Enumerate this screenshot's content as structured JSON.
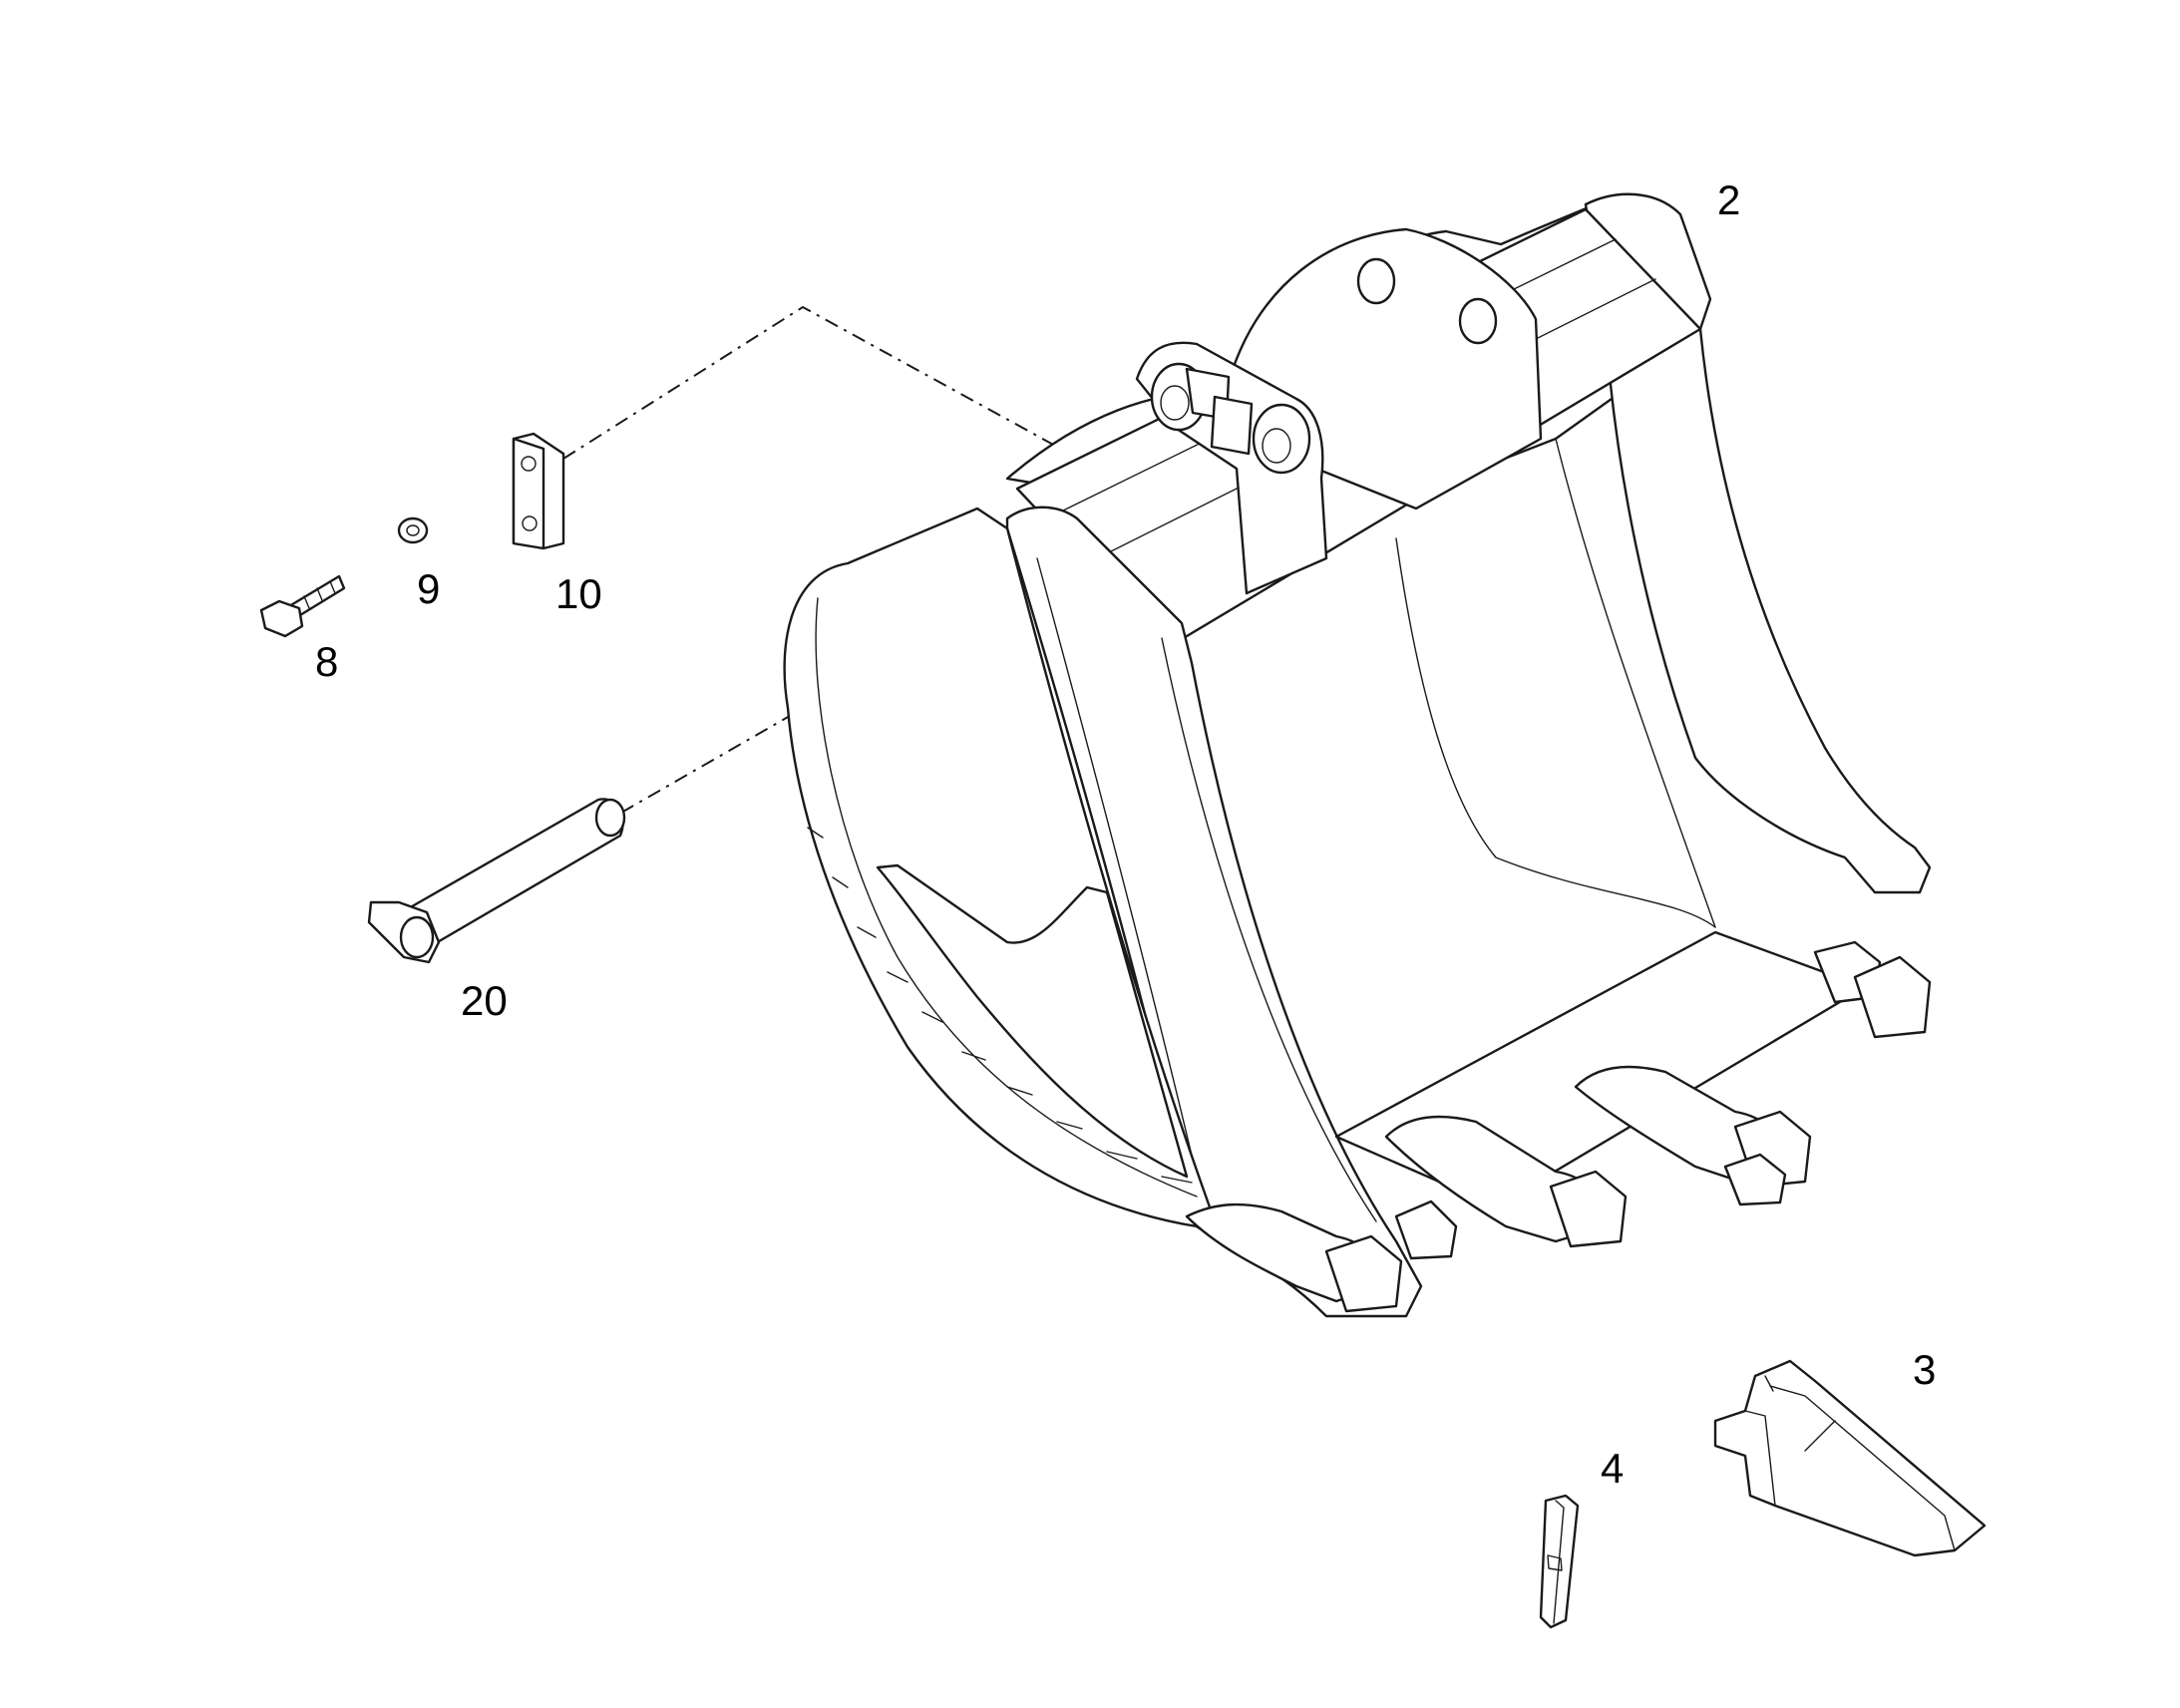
{
  "labels": {
    "part_2": "2",
    "part_3": "3",
    "part_4": "4",
    "part_8": "8",
    "part_9": "9",
    "part_10": "10",
    "part_20": "20"
  },
  "colors": {
    "line": "#1a1a1a",
    "background": "#ffffff"
  }
}
